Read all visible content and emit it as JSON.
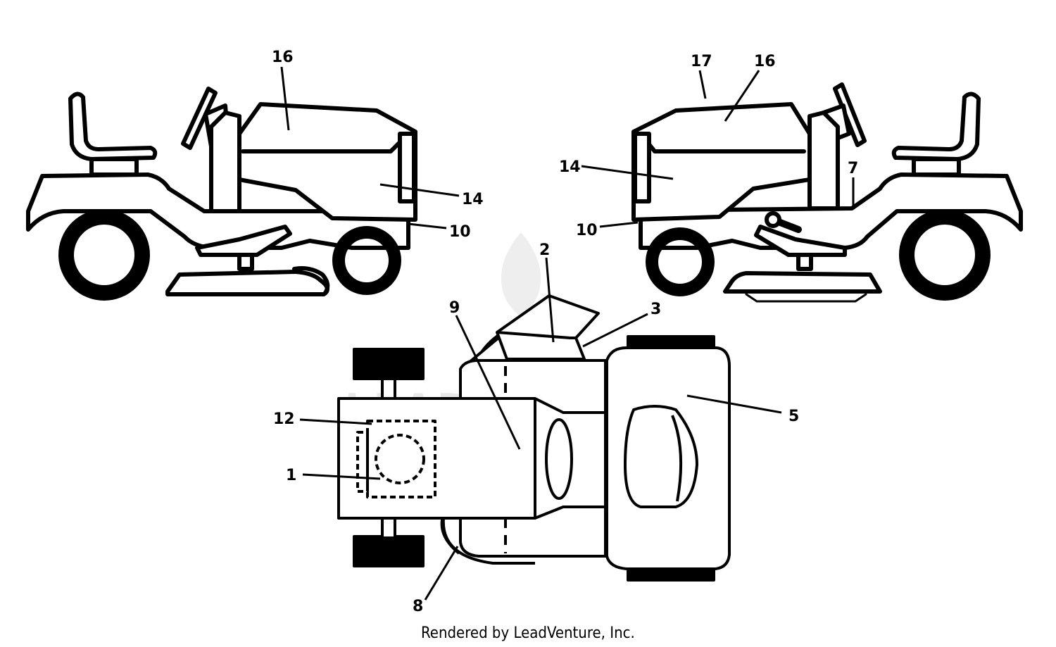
{
  "diagram": {
    "callouts": {
      "left": {
        "c16": "16",
        "c14": "14",
        "c10": "10"
      },
      "right": {
        "c17": "17",
        "c16": "16",
        "c14": "14",
        "c7": "7",
        "c10": "10"
      },
      "top": {
        "c2": "2",
        "c9": "9",
        "c3": "3",
        "c5": "5",
        "c12": "12",
        "c1": "1",
        "c8": "8"
      }
    },
    "watermark": "LEADVENTURE",
    "credit": "Rendered by LeadVenture, Inc."
  }
}
